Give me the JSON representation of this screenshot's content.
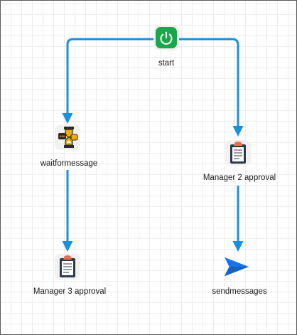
{
  "diagram": {
    "nodes": [
      {
        "id": "start",
        "label": "start",
        "icon": "power-icon",
        "color": "#1aa64b"
      },
      {
        "id": "waitformessage",
        "label": "waitformessage",
        "icon": "message-queue-icon",
        "color": "#f2a900"
      },
      {
        "id": "manager2",
        "label": "Manager 2 approval",
        "icon": "clipboard-icon",
        "color": "#2d3a4a"
      },
      {
        "id": "manager3",
        "label": "Manager 3 approval",
        "icon": "clipboard-icon",
        "color": "#2d3a4a"
      },
      {
        "id": "sendmessages",
        "label": "sendmessages",
        "icon": "send-icon",
        "color": "#1a73e8"
      }
    ],
    "edges": [
      {
        "from": "start",
        "to": "waitformessage"
      },
      {
        "from": "start",
        "to": "manager2"
      },
      {
        "from": "waitformessage",
        "to": "manager3"
      },
      {
        "from": "manager2",
        "to": "sendmessages"
      }
    ],
    "edge_color": "#1a8fe0"
  }
}
